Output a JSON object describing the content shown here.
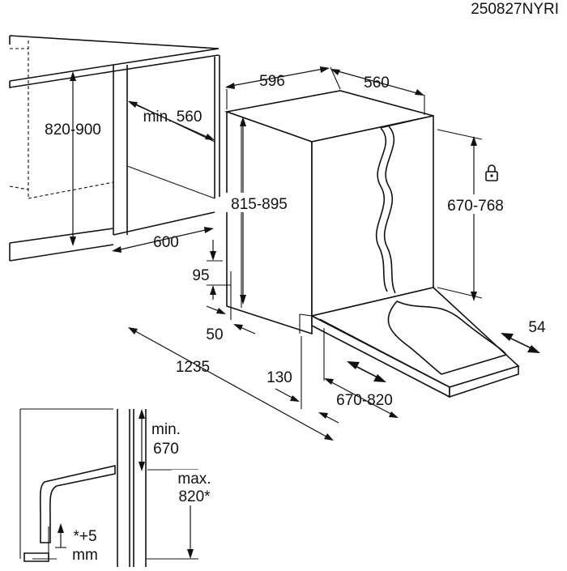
{
  "doc_code": "250827NYRI",
  "dimensions": {
    "cabinet_height": "820-900",
    "niche_min_width": "min. 560",
    "niche_depth": "600",
    "appliance_width": "596",
    "appliance_depth": "560",
    "appliance_height": "815-895",
    "door_panel_height": "670-768",
    "plinth_height": "95",
    "plinth_depth": "50",
    "door_opening_total": "1235",
    "clearance": "130",
    "door_travel": "670-820",
    "door_gap": "54",
    "detail_min": "min.",
    "detail_min_value": "670",
    "detail_max": "max.",
    "detail_max_value": "820*",
    "detail_adjust": "*+5",
    "detail_adjust_unit": "mm"
  },
  "icons": {
    "door_lock": "lock-icon"
  }
}
